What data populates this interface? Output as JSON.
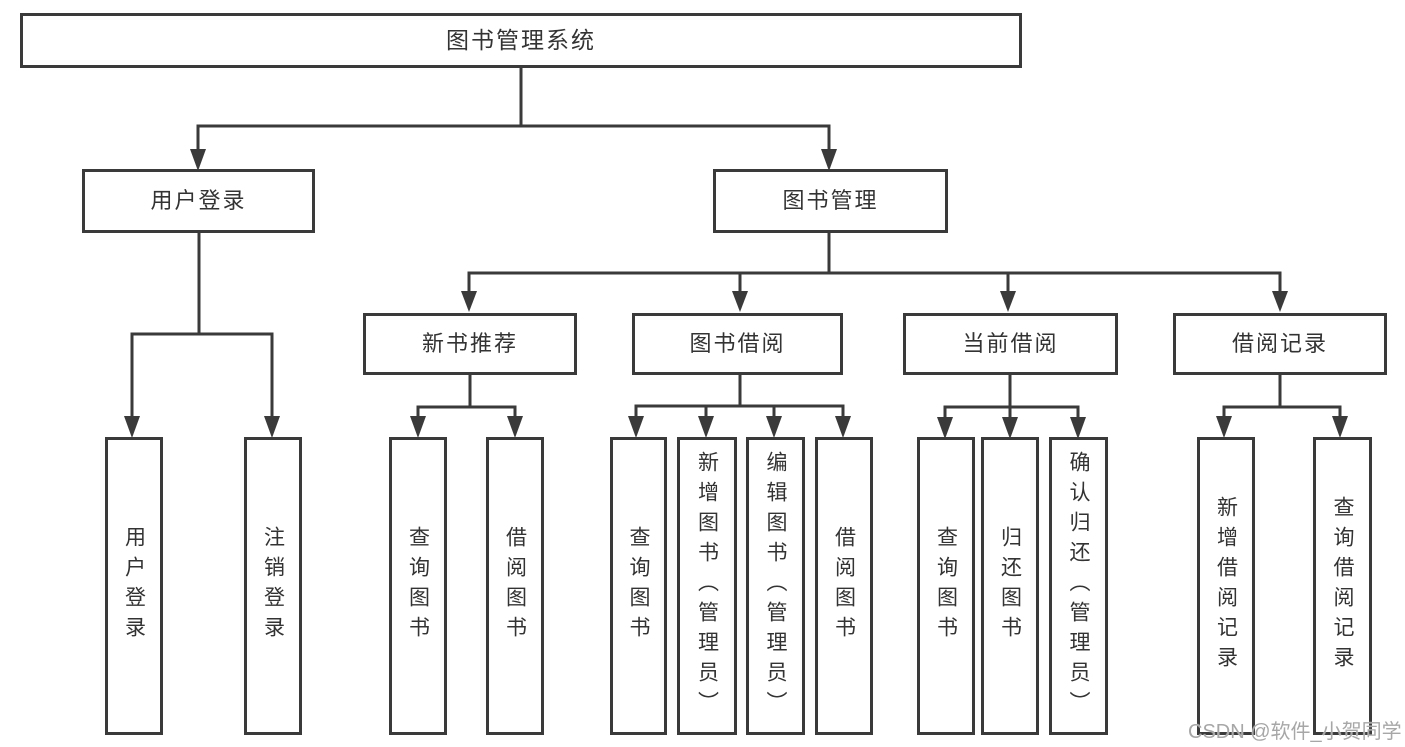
{
  "tree": {
    "label": "图书管理系统",
    "children": [
      {
        "label": "用户登录",
        "children": [
          {
            "label": "用户登录"
          },
          {
            "label": "注销登录"
          }
        ]
      },
      {
        "label": "图书管理",
        "children": [
          {
            "label": "新书推荐",
            "children": [
              {
                "label": "查询图书"
              },
              {
                "label": "借阅图书"
              }
            ]
          },
          {
            "label": "图书借阅",
            "children": [
              {
                "label": "查询图书"
              },
              {
                "label": "新增图书（管理员）"
              },
              {
                "label": "编辑图书（管理员）"
              },
              {
                "label": "借阅图书"
              }
            ]
          },
          {
            "label": "当前借阅",
            "children": [
              {
                "label": "查询图书"
              },
              {
                "label": "归还图书"
              },
              {
                "label": "确认归还（管理员）"
              }
            ]
          },
          {
            "label": "借阅记录",
            "children": [
              {
                "label": "新增借阅记录"
              },
              {
                "label": "查询借阅记录"
              }
            ]
          }
        ]
      }
    ]
  },
  "watermark": "CSDN @软件_小贺同学",
  "colors": {
    "line": "#3a3a3a",
    "text": "#333333",
    "watermark": "#a7a7a7",
    "background": "#ffffff"
  }
}
